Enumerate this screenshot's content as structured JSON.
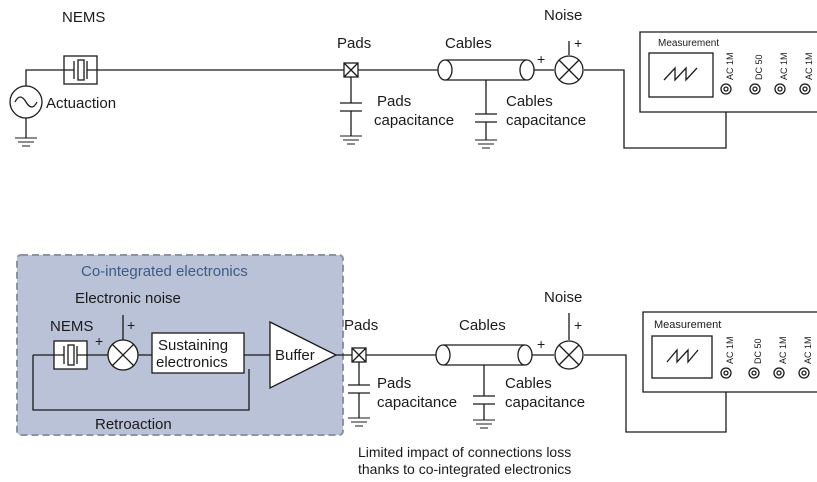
{
  "top": {
    "nems_label": "NEMS",
    "actuation_label": "Actuaction",
    "pads_label": "Pads",
    "cables_label": "Cables",
    "noise_label": "Noise",
    "pads_cap_line1": "Pads",
    "pads_cap_line2": "capacitance",
    "cables_cap_line1": "Cables",
    "cables_cap_line2": "capacitance",
    "instrument": {
      "title": "Measurement",
      "inputs": [
        "AC 1M",
        "DC 50",
        "AC 1M",
        "AC 1M"
      ]
    }
  },
  "bottom": {
    "box_title": "Co-integrated electronics",
    "electronic_noise_label": "Electronic noise",
    "nems_label": "NEMS",
    "sustaining_line1": "Sustaining",
    "sustaining_line2": "electronics",
    "buffer_label": "Buffer",
    "retroaction_label": "Retroaction",
    "pads_label": "Pads",
    "cables_label": "Cables",
    "noise_label": "Noise",
    "pads_cap_line1": "Pads",
    "pads_cap_line2": "capacitance",
    "cables_cap_line1": "Cables",
    "cables_cap_line2": "capacitance",
    "instrument": {
      "title": "Measurement",
      "inputs": [
        "AC 1M",
        "DC 50",
        "AC 1M",
        "AC 1M"
      ]
    },
    "caption_line1": "Limited impact of connections loss",
    "caption_line2": "thanks to co-integrated electronics"
  },
  "signs": {
    "plus": "+"
  },
  "colors": {
    "box_fill": "#b9c2d6",
    "box_border": "#8c93a2",
    "box_title": "#3f5a86",
    "line": "#1a1a1a"
  }
}
